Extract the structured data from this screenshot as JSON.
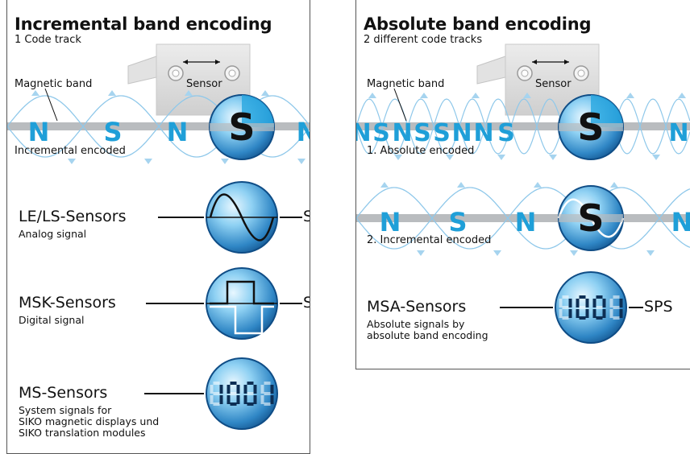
{
  "left_panel": {
    "title": "Incremental band encoding",
    "subtitle": "1 Code track",
    "sensor_label": "Sensor",
    "magnetic_band_label": "Magnetic band",
    "band_encoding_label": "Incremental encoded",
    "band_poles": [
      "N",
      "S",
      "N",
      "S",
      "N"
    ],
    "lens_letter": "S",
    "sensors": [
      {
        "name": "LE/LS-Sensors",
        "desc": "Analog signal",
        "output": "SPS",
        "signal": "sine-wave-icon"
      },
      {
        "name": "MSK-Sensors",
        "desc": "Digital signal",
        "output": "SPS",
        "signal": "square-wave-icon"
      },
      {
        "name": "MS-Sensors",
        "desc_lines": [
          "System signals for",
          "SIKO magnetic displays und",
          "SIKO translation modules"
        ],
        "display_digits": "1001",
        "signal": "seven-segment-display-icon"
      }
    ]
  },
  "right_panel": {
    "title": "Absolute band encoding",
    "subtitle": "2 different code tracks",
    "sensor_label": "Sensor",
    "magnetic_band_label": "Magnetic band",
    "track1_label": "1. Absolute encoded",
    "track1_poles": [
      "N",
      "S",
      "N",
      "S",
      "S",
      "N",
      "N",
      "S",
      "S",
      "N"
    ],
    "track2_label": "2. Incremental encoded",
    "track2_poles": [
      "N",
      "S",
      "N",
      "S",
      "N"
    ],
    "lens_letter": "S",
    "sensors": [
      {
        "name": "MSA-Sensors",
        "desc_lines": [
          "Absolute signals by",
          "absolute band encoding"
        ],
        "output": "SPS",
        "display_digits": "1001",
        "signal": "seven-segment-display-icon"
      }
    ]
  },
  "colors": {
    "pole_blue": "#1f9fd8",
    "band_gray": "#b9bcbf",
    "wave_blue": "#8fc8ea",
    "lens_dark": "#0f4d86",
    "lens_light": "#a9dcf6",
    "sensor_body": "#dcdcdc",
    "border": "#555555"
  }
}
